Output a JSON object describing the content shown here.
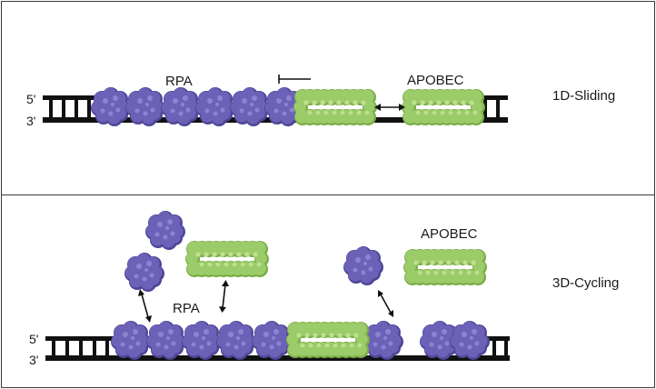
{
  "panels": {
    "top": {
      "mode_label": "1D-Sliding",
      "strand_5_label": "5'",
      "strand_3_label": "3'",
      "rpa_label": "RPA",
      "apobec_label": "APOBEC"
    },
    "bottom": {
      "mode_label": "3D-Cycling",
      "strand_5_label": "5'",
      "strand_3_label": "3'",
      "rpa_label": "RPA",
      "apobec_label": "APOBEC"
    }
  },
  "colors": {
    "rpa_fill": "#6b62b8",
    "rpa_dark": "#4e4596",
    "rpa_light": "#8c84d0",
    "apobec_fill": "#9ccc6a",
    "apobec_dark": "#7aad48",
    "apobec_light": "#bfe08e",
    "dna": "#111111",
    "border": "#3a3a3a"
  }
}
